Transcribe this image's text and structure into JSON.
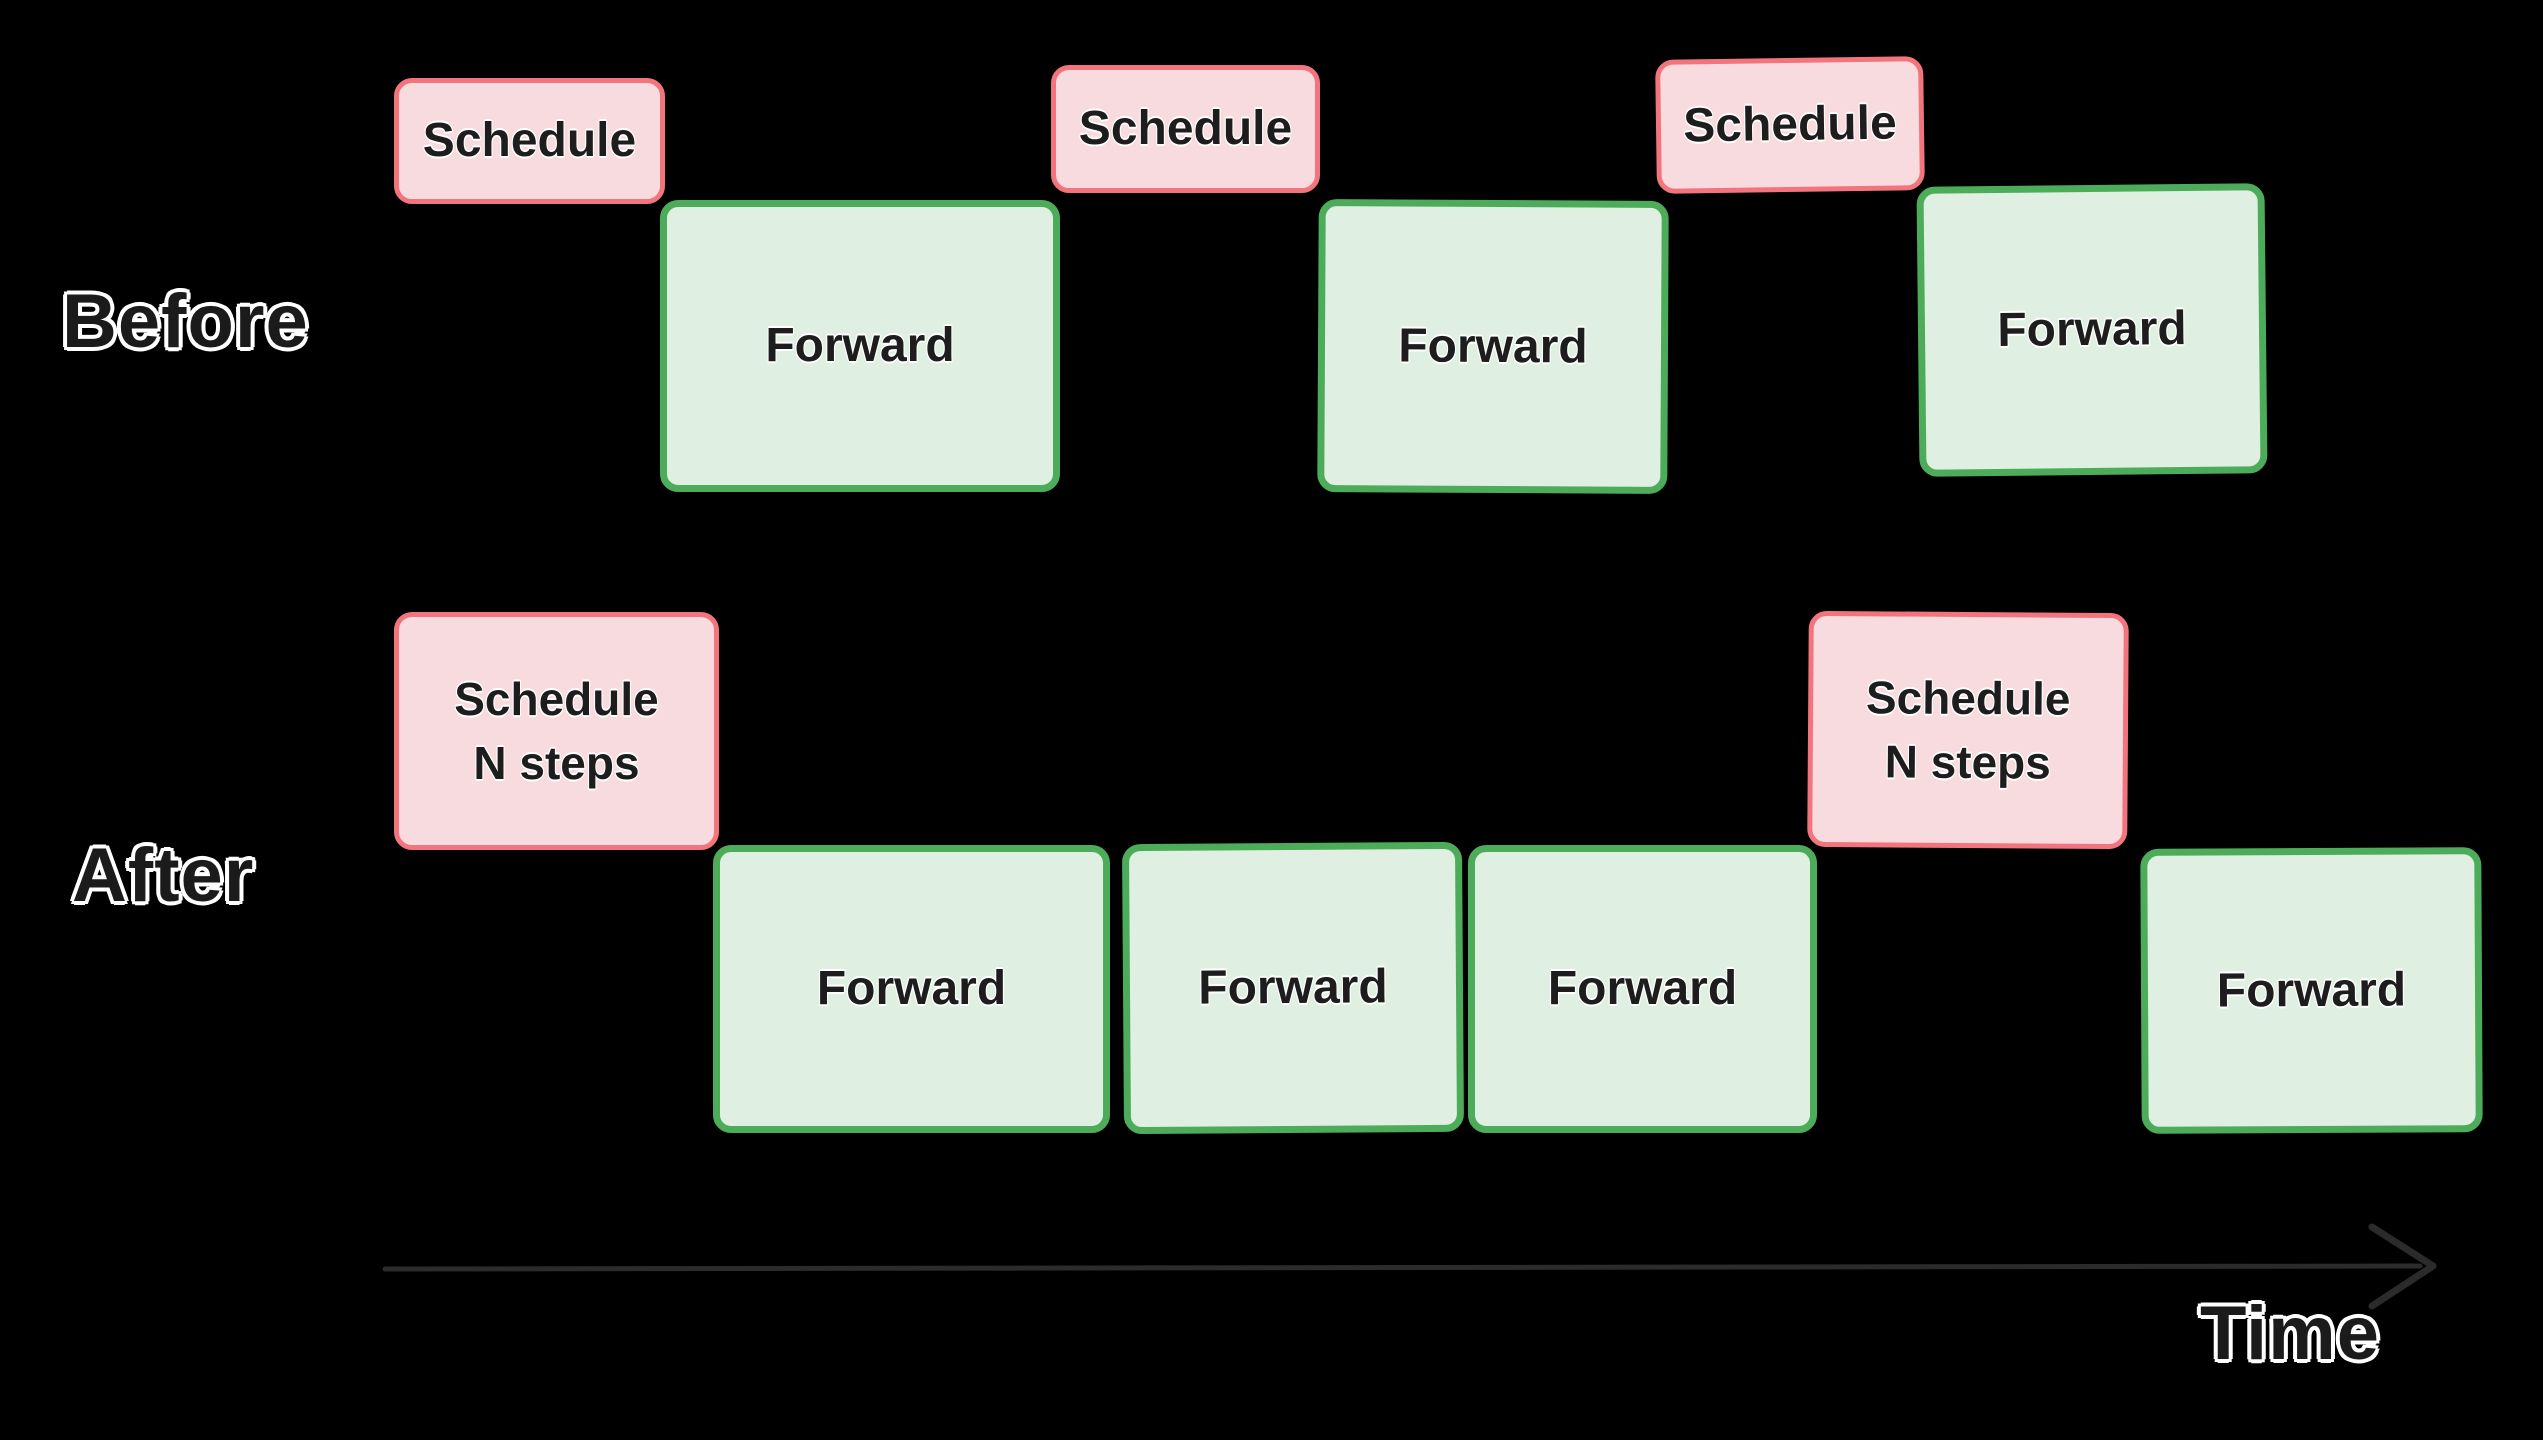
{
  "diagram": {
    "rows": {
      "before": {
        "label": "Before",
        "blocks": [
          {
            "id": "schedule-1",
            "type": "schedule",
            "label": "Schedule"
          },
          {
            "id": "forward-1",
            "type": "forward",
            "label": "Forward"
          },
          {
            "id": "schedule-2",
            "type": "schedule",
            "label": "Schedule"
          },
          {
            "id": "forward-2",
            "type": "forward",
            "label": "Forward"
          },
          {
            "id": "schedule-3",
            "type": "schedule",
            "label": "Schedule"
          },
          {
            "id": "forward-3",
            "type": "forward",
            "label": "Forward"
          }
        ]
      },
      "after": {
        "label": "After",
        "blocks": [
          {
            "id": "schedule-n-1",
            "type": "schedule",
            "label_line1": "Schedule",
            "label_line2": "N steps"
          },
          {
            "id": "forward-4",
            "type": "forward",
            "label": "Forward"
          },
          {
            "id": "forward-5",
            "type": "forward",
            "label": "Forward"
          },
          {
            "id": "forward-6",
            "type": "forward",
            "label": "Forward"
          },
          {
            "id": "schedule-n-2",
            "type": "schedule",
            "label_line1": "Schedule",
            "label_line2": "N steps"
          },
          {
            "id": "forward-7",
            "type": "forward",
            "label": "Forward"
          }
        ]
      }
    },
    "axis": {
      "label": "Time",
      "direction": "right"
    },
    "colors": {
      "background": "#000000",
      "schedule_fill": "#F8DBDE",
      "schedule_border": "#F2757D",
      "forward_fill": "#DFEFE2",
      "forward_border": "#4DAC59",
      "arrow": "#2B2B2B",
      "text": "#1D1D1D",
      "text_outline": "#FFFFFF"
    }
  }
}
